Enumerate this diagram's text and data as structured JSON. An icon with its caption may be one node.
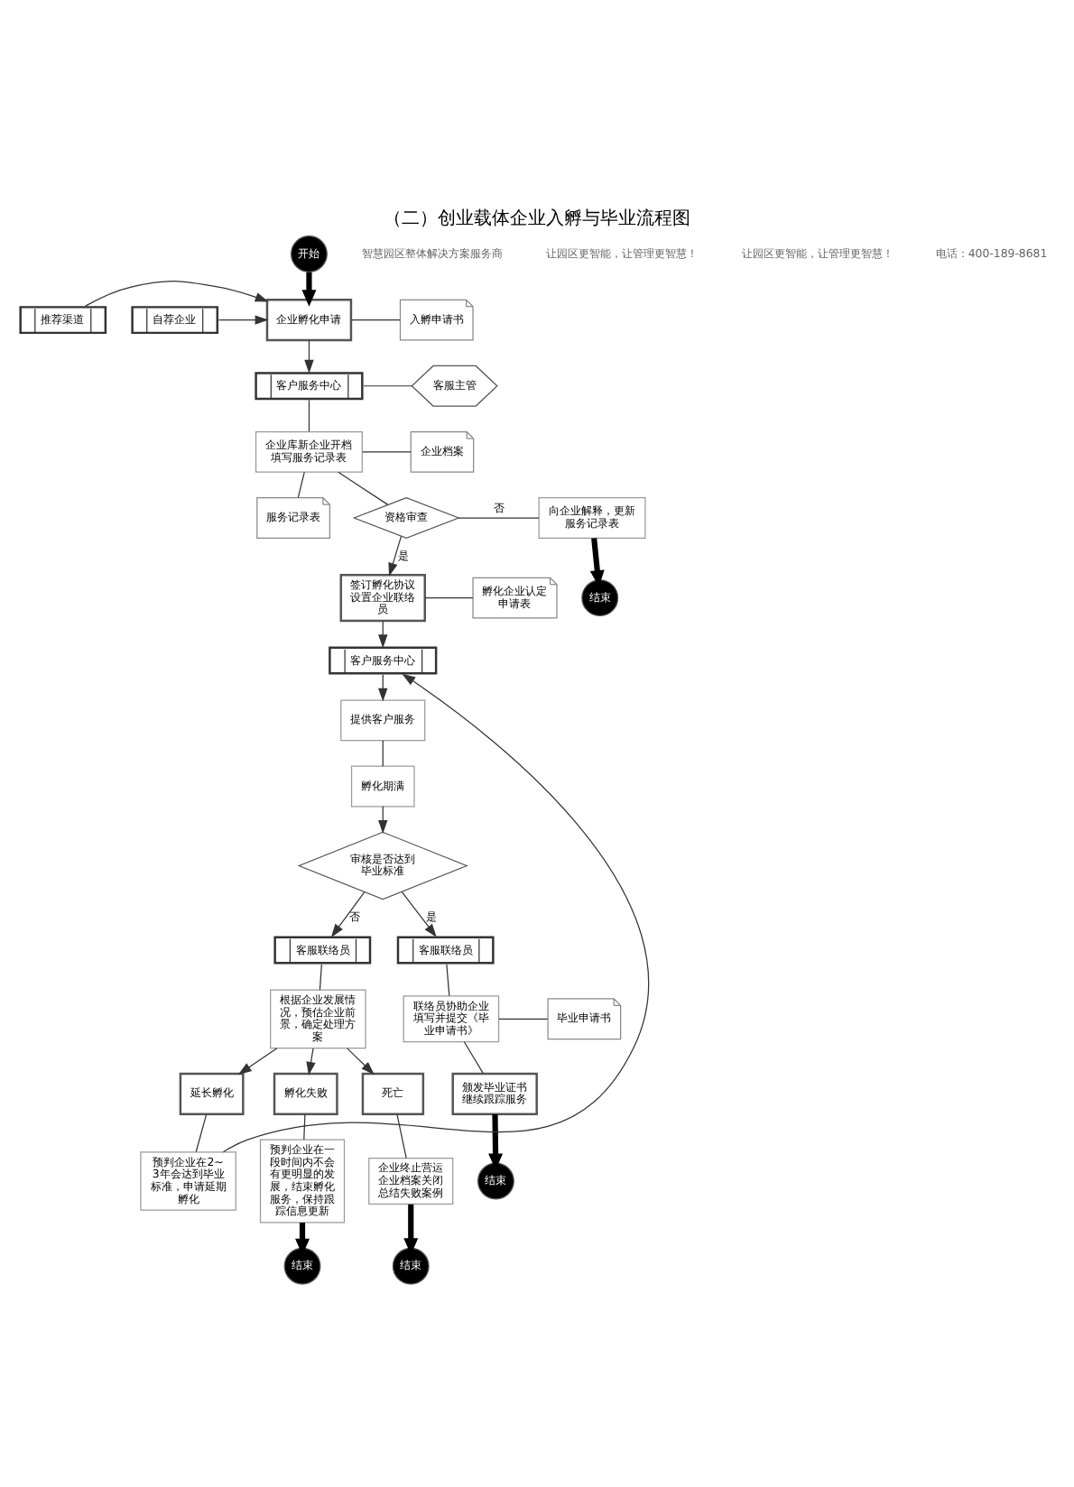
{
  "diagram": {
    "title": "（二）创业载体企业入孵与毕业流程图",
    "nodes": [
      {
        "text": [
          "开始"
        ]
      },
      {
        "text": [
          "推荐渠道"
        ]
      },
      {
        "text": [
          "自荐企业"
        ]
      },
      {
        "text": [
          "企业孵化申请"
        ]
      },
      {
        "text": [
          "入孵申请书"
        ]
      },
      {
        "text": [
          "客户服务中心"
        ]
      },
      {
        "text": [
          "客服主管"
        ]
      },
      {
        "text": [
          "企业库新企业开档填写服务记录表"
        ]
      },
      {
        "text": [
          "企业档案"
        ]
      },
      {
        "text": [
          "服务记录表"
        ]
      },
      {
        "text": [
          "资格审查"
        ]
      },
      {
        "text": [
          "向企业解释，更新服务记录表"
        ]
      },
      {
        "text": [
          "结束"
        ]
      },
      {
        "text": [
          "签订孵化协议设置企业联络员"
        ]
      },
      {
        "text": [
          "孵化企业认定申请表"
        ]
      },
      {
        "text": [
          "客户服务中心"
        ]
      },
      {
        "text": [
          "提供客户服务"
        ]
      },
      {
        "text": [
          "孵化期满"
        ]
      },
      {
        "text": [
          "审核是否达到毕业标准"
        ]
      },
      {
        "text": [
          "客服联络员"
        ]
      },
      {
        "text": [
          "客服联络员"
        ]
      },
      {
        "text": [
          "根据企业发展情况，预估企业前景，确定处理方案"
        ]
      },
      {
        "text": [
          "联络员协助企业填写并提交《毕业申请书》"
        ]
      },
      {
        "text": [
          "毕业申请书"
        ]
      },
      {
        "text": [
          "延长孵化"
        ]
      },
      {
        "text": [
          "孵化失败"
        ]
      },
      {
        "text": [
          "死亡"
        ]
      },
      {
        "text": [
          "颁发毕业证书继续跟踪服务"
        ]
      },
      {
        "text": [
          "预判企业在2~3年会达到毕业标准，申请延期孵化"
        ]
      },
      {
        "text": [
          "预判企业在一段时间内不会有更明显的发展，结束孵化服务，保持跟踪信息更新"
        ]
      },
      {
        "text": [
          "企业终止营运企业档案关闭总结失败案例"
        ]
      },
      {
        "text": [
          "结束"
        ]
      },
      {
        "text": [
          "结束"
        ]
      },
      {
        "text": [
          "结束"
        ]
      }
    ],
    "edges": [
      {
        "from": 0,
        "to": 3,
        "arrow": "to",
        "style": "thick"
      },
      {
        "from": 1,
        "to": 3,
        "arrow": "to"
      },
      {
        "from": 2,
        "to": 3,
        "arrow": "to"
      },
      {
        "from": 3,
        "to": 4,
        "arrow": "none"
      },
      {
        "from": 3,
        "to": 5,
        "arrow": "to"
      },
      {
        "from": 5,
        "to": 6,
        "arrow": "none"
      },
      {
        "from": 5,
        "to": 7,
        "arrow": "none"
      },
      {
        "from": 7,
        "to": 8,
        "arrow": "none"
      },
      {
        "from": 7,
        "to": 9,
        "arrow": "none"
      },
      {
        "from": 7,
        "to": 10,
        "arrow": "none"
      },
      {
        "from": 10,
        "to": 11,
        "arrow": "none",
        "label": "否"
      },
      {
        "from": 11,
        "to": 12,
        "arrow": "to",
        "style": "thick"
      },
      {
        "from": 10,
        "to": 13,
        "arrow": "to",
        "label": "是"
      },
      {
        "from": 13,
        "to": 14,
        "arrow": "none"
      },
      {
        "from": 13,
        "to": 15,
        "arrow": "to"
      },
      {
        "from": 15,
        "to": 16,
        "arrow": "to"
      },
      {
        "from": 16,
        "to": 17,
        "arrow": "none"
      },
      {
        "from": 17,
        "to": 18,
        "arrow": "to"
      },
      {
        "from": 18,
        "to": 19,
        "arrow": "to",
        "label": "否"
      },
      {
        "from": 18,
        "to": 20,
        "arrow": "to",
        "label": "是"
      },
      {
        "from": 19,
        "to": 21,
        "arrow": "none"
      },
      {
        "from": 21,
        "to": 24,
        "arrow": "to"
      },
      {
        "from": 21,
        "to": 25,
        "arrow": "to"
      },
      {
        "from": 21,
        "to": 26,
        "arrow": "to"
      },
      {
        "from": 24,
        "to": 28,
        "arrow": "none"
      },
      {
        "from": 25,
        "to": 29,
        "arrow": "none"
      },
      {
        "from": 26,
        "to": 30,
        "arrow": "none"
      },
      {
        "from": 28,
        "to": 15,
        "arrow": "to"
      },
      {
        "from": 29,
        "to": 32,
        "arrow": "to",
        "style": "thick"
      },
      {
        "from": 30,
        "to": 33,
        "arrow": "to",
        "style": "thick"
      },
      {
        "from": 20,
        "to": 22,
        "arrow": "none"
      },
      {
        "from": 22,
        "to": 23,
        "arrow": "none"
      },
      {
        "from": 22,
        "to": 27,
        "arrow": "none"
      },
      {
        "from": 27,
        "to": 31,
        "arrow": "to",
        "style": "thick"
      }
    ],
    "labels": [
      "智慧园区整体解决方案服务商",
      "让园区更智能，让管理更智慧！",
      "让园区更智能，让管理更智慧！",
      "电话：400-189-8681"
    ]
  }
}
